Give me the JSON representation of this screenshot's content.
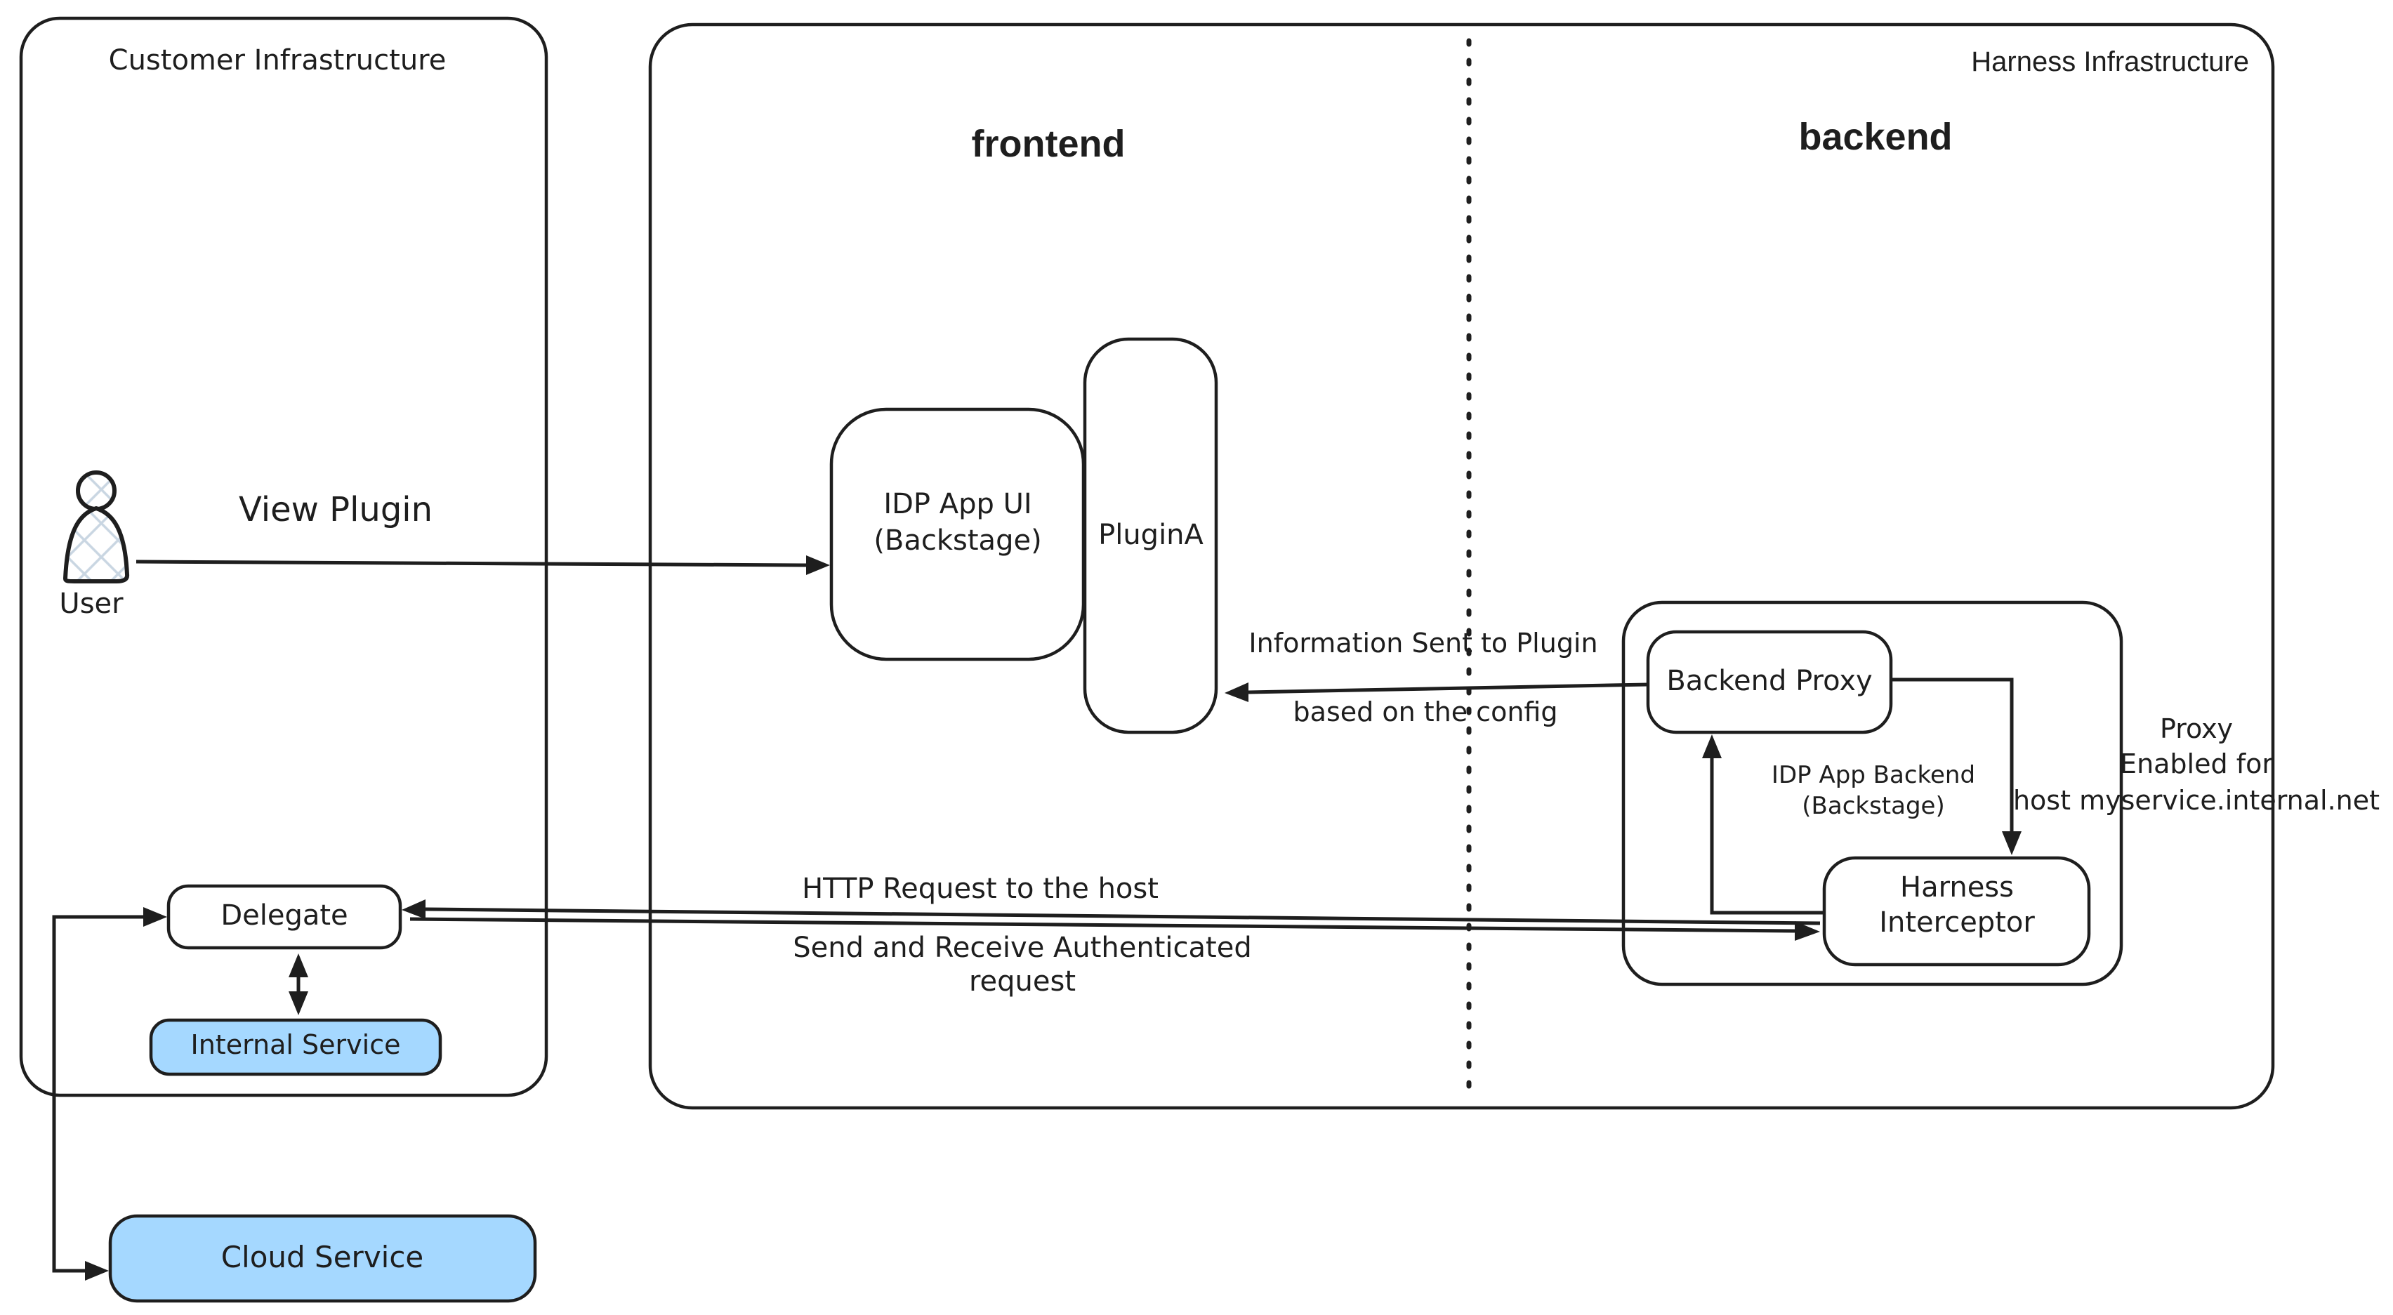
{
  "diagram": {
    "regions": {
      "customer": {
        "label": "Customer Infrastructure"
      },
      "harness": {
        "label": "Harness Infrastructure"
      },
      "frontend": {
        "label": "frontend"
      },
      "backend": {
        "label": "backend"
      }
    },
    "nodes": {
      "user": {
        "label": "User"
      },
      "idp_app_ui": {
        "line1": "IDP App UI",
        "line2": "(Backstage)"
      },
      "plugin_a": {
        "label": "PluginA"
      },
      "backend_proxy": {
        "label": "Backend Proxy"
      },
      "idp_app_backend": {
        "line1": "IDP App Backend",
        "line2": "(Backstage)"
      },
      "harness_interceptor": {
        "line1": "Harness",
        "line2": "Interceptor"
      },
      "delegate": {
        "label": "Delegate"
      },
      "internal_service": {
        "label": "Internal Service"
      },
      "cloud_service": {
        "label": "Cloud Service"
      }
    },
    "annotations": {
      "view_plugin": {
        "label": "View Plugin"
      },
      "info_sent": {
        "line1": "Information Sent to Plugin",
        "line2": "based on the config"
      },
      "http_request": {
        "label": "HTTP Request to the host"
      },
      "send_receive": {
        "line1": "Send and Receive Authenticated",
        "line2": "request"
      },
      "proxy_note": {
        "line1": "Proxy",
        "line2": "Enabled for",
        "line3": "host myservice.internal.net"
      }
    },
    "colors": {
      "ink": "#1e1e1e",
      "service_fill": "#a5d8ff",
      "hatch": "#c9d6e2",
      "background": "#ffffff"
    }
  }
}
